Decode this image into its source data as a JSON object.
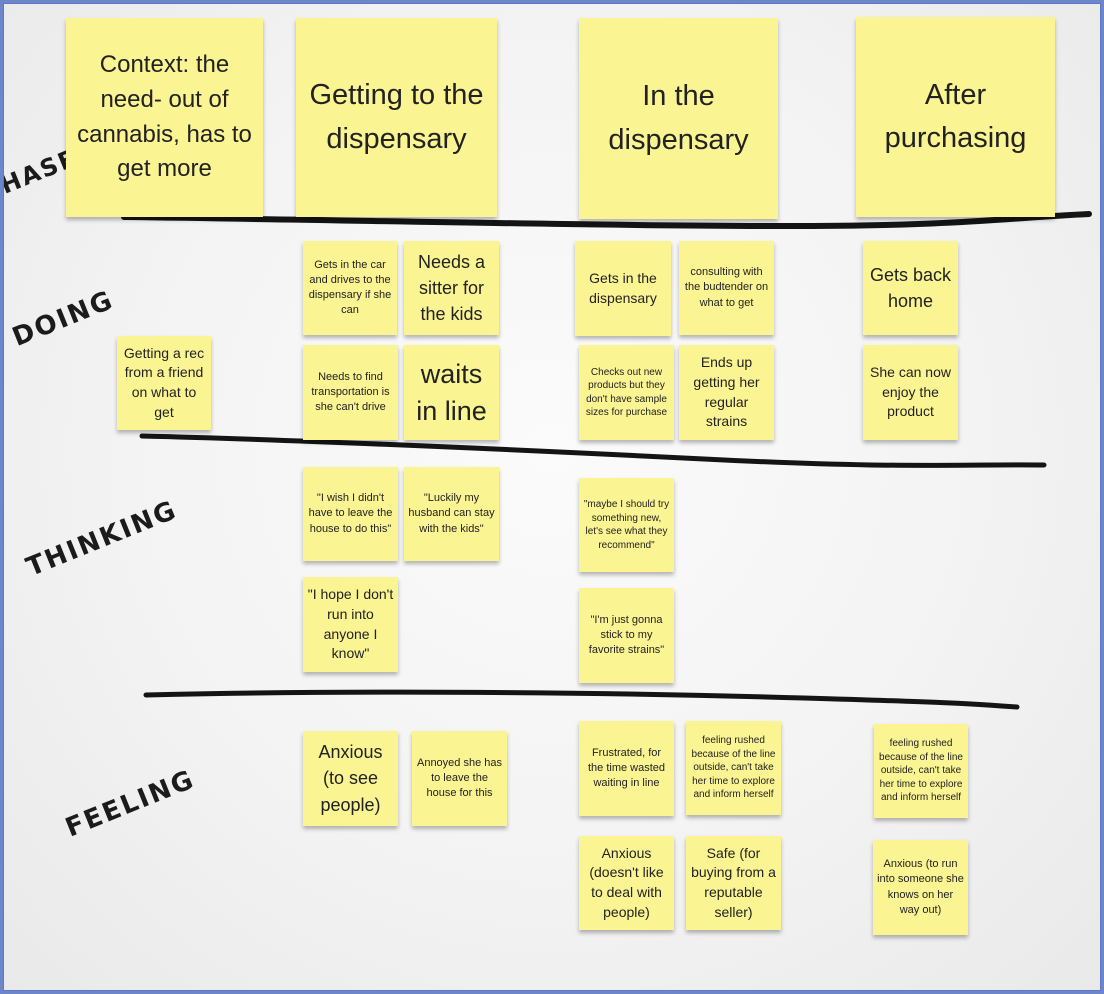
{
  "row_labels": {
    "phases": "HASES",
    "doing": "DOING",
    "thinking": "THINKING",
    "feeling": "FEELING"
  },
  "phases": {
    "context": "Context: the need- out of cannabis, has to get more",
    "getting_to": "Getting to the dispensary",
    "in_dispensary": "In the dispensary",
    "after": "After purchasing"
  },
  "doing": {
    "rec": "Getting a rec from a friend on what to get",
    "drives": "Gets in the car and drives to the dispensary if she can",
    "sitter": "Needs a sitter for the kids",
    "transport": "Needs to find transportation is she can't drive",
    "waits": "waits in line",
    "gets_in": "Gets in the dispensary",
    "consulting": "consulting with the budtender on what to get",
    "checks_out": "Checks out new products but they don't have sample sizes for purchase",
    "ends_up": "Ends up getting her regular strains",
    "gets_back": "Gets back home",
    "enjoy": "She can now enjoy the product"
  },
  "thinking": {
    "wish": "\"I wish I didn't have to leave the house to do this\"",
    "luckily": "\"Luckily my husband can stay with the kids\"",
    "hope": "\"I hope I don't run into anyone I know\"",
    "maybe": "\"maybe I should try something new, let's see what they recommend\"",
    "stick": "\"I'm just gonna stick to my favorite strains\""
  },
  "feeling": {
    "anxious_people": "Anxious (to see people)",
    "annoyed": "Annoyed she has to leave the house for this",
    "frustrated": "Frustrated, for the time wasted waiting in line",
    "rushed_1": "feeling rushed because of the line outside, can't take her time to explore and inform herself",
    "anxious_deal": "Anxious (doesn't like to deal with people)",
    "safe": "Safe (for buying from a reputable seller)",
    "rushed_2": "feeling rushed because of the line outside, can't take her time to explore and inform herself",
    "anxious_run": "Anxious (to run into someone she knows on her way out)"
  },
  "colors": {
    "sticky_note": "#fbf493",
    "marker": "#141414",
    "frame": "#6d86c9"
  }
}
